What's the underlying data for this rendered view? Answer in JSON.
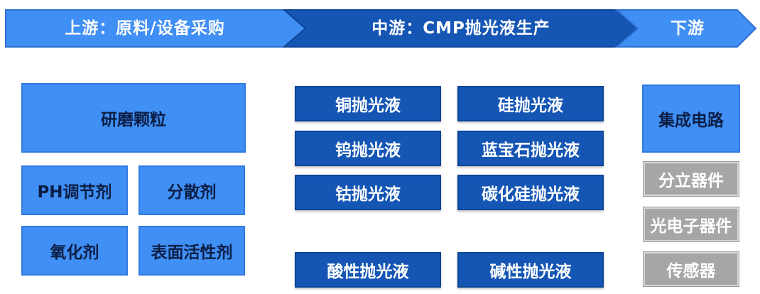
{
  "stages": {
    "upstream": "上游：原料/设备采购",
    "midstream": "中游：CMP抛光液生产",
    "downstream": "下游"
  },
  "upstream": {
    "abrasive": "研磨颗粒",
    "ph_regulator": "PH调节剂",
    "dispersant": "分散剂",
    "oxidizer": "氧化剂",
    "surfactant": "表面活性剂"
  },
  "midstream": {
    "copper": "铜抛光液",
    "tungsten": "钨抛光液",
    "cobalt": "钴抛光液",
    "silicon": "硅抛光液",
    "sapphire": "蓝宝石抛光液",
    "silicon_carbide": "碳化硅抛光液",
    "acidic": "酸性抛光液",
    "alkaline": "碱性抛光液"
  },
  "downstream": {
    "ic": "集成电路",
    "discrete": "分立器件",
    "optoelectronic": "光电子器件",
    "sensor": "传感器"
  },
  "colors": {
    "banner_light": "#3f8ff5",
    "banner_dark": "#1556b5",
    "box_light": "#3f8ff5",
    "box_dark": "#1556b5",
    "box_gray": "#a6a6a6"
  }
}
